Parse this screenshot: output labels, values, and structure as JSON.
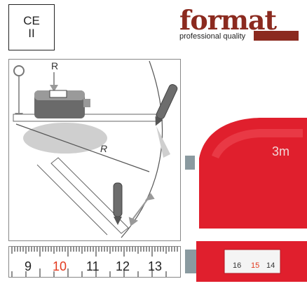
{
  "badge": {
    "ce": "CE",
    "class": "II"
  },
  "brand": {
    "name": "format",
    "tagline": "professional quality"
  },
  "diagram": {
    "label_r_top": "R",
    "label_r_mid": "R"
  },
  "tape_case": {
    "size_label": "3m"
  },
  "ruler": {
    "numbers": [
      "9",
      "10",
      "11",
      "12",
      "13"
    ]
  },
  "window": {
    "numbers": [
      "16",
      "15",
      "14"
    ]
  },
  "colors": {
    "brand": "#8b2a1f",
    "case_red": "#e01f2d",
    "highlight": "#e2391e"
  }
}
